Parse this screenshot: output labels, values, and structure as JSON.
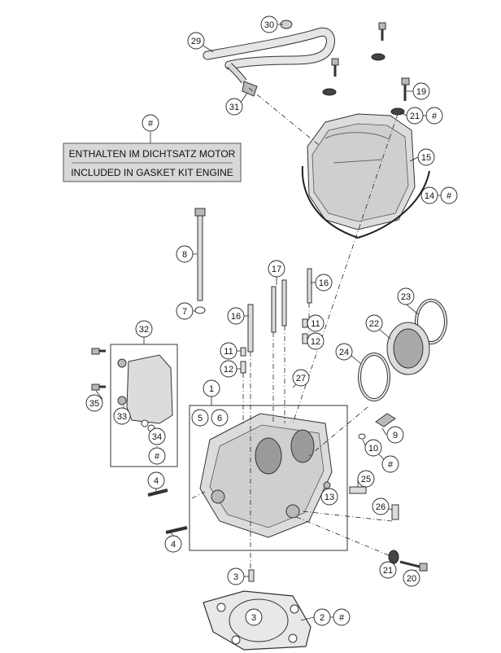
{
  "note": {
    "hash": "#",
    "line_de": "ENTHALTEN IM DICHTSATZ MOTOR",
    "line_en": "INCLUDED IN GASKET KIT ENGINE"
  },
  "callouts": [
    {
      "id": "c30",
      "label": "30"
    },
    {
      "id": "c29",
      "label": "29"
    },
    {
      "id": "c31",
      "label": "31"
    },
    {
      "id": "c19",
      "label": "19"
    },
    {
      "id": "c21a",
      "label": "21"
    },
    {
      "id": "c21a_hash",
      "label": "#"
    },
    {
      "id": "c15",
      "label": "15"
    },
    {
      "id": "c14",
      "label": "14"
    },
    {
      "id": "c14_hash",
      "label": "#"
    },
    {
      "id": "c8",
      "label": "8"
    },
    {
      "id": "c7",
      "label": "7"
    },
    {
      "id": "c17",
      "label": "17"
    },
    {
      "id": "c16a",
      "label": "16"
    },
    {
      "id": "c16b",
      "label": "16"
    },
    {
      "id": "c23",
      "label": "23"
    },
    {
      "id": "c22",
      "label": "22"
    },
    {
      "id": "c11a",
      "label": "11"
    },
    {
      "id": "c11b",
      "label": "11"
    },
    {
      "id": "c12a",
      "label": "12"
    },
    {
      "id": "c12b",
      "label": "12"
    },
    {
      "id": "c24",
      "label": "24"
    },
    {
      "id": "c32",
      "label": "32"
    },
    {
      "id": "c35",
      "label": "35"
    },
    {
      "id": "c33",
      "label": "33"
    },
    {
      "id": "c34",
      "label": "34"
    },
    {
      "id": "c34_hash",
      "label": "#"
    },
    {
      "id": "c27",
      "label": "27"
    },
    {
      "id": "c1",
      "label": "1"
    },
    {
      "id": "c5",
      "label": "5"
    },
    {
      "id": "c6",
      "label": "6"
    },
    {
      "id": "c9",
      "label": "9"
    },
    {
      "id": "c10",
      "label": "10"
    },
    {
      "id": "c10_hash",
      "label": "#"
    },
    {
      "id": "c4a",
      "label": "4"
    },
    {
      "id": "c4b",
      "label": "4"
    },
    {
      "id": "c25",
      "label": "25"
    },
    {
      "id": "c13",
      "label": "13"
    },
    {
      "id": "c26",
      "label": "26"
    },
    {
      "id": "c21b",
      "label": "21"
    },
    {
      "id": "c20",
      "label": "20"
    },
    {
      "id": "c3a",
      "label": "3"
    },
    {
      "id": "c3b",
      "label": "3"
    },
    {
      "id": "c2",
      "label": "2"
    },
    {
      "id": "c2_hash",
      "label": "#"
    }
  ]
}
